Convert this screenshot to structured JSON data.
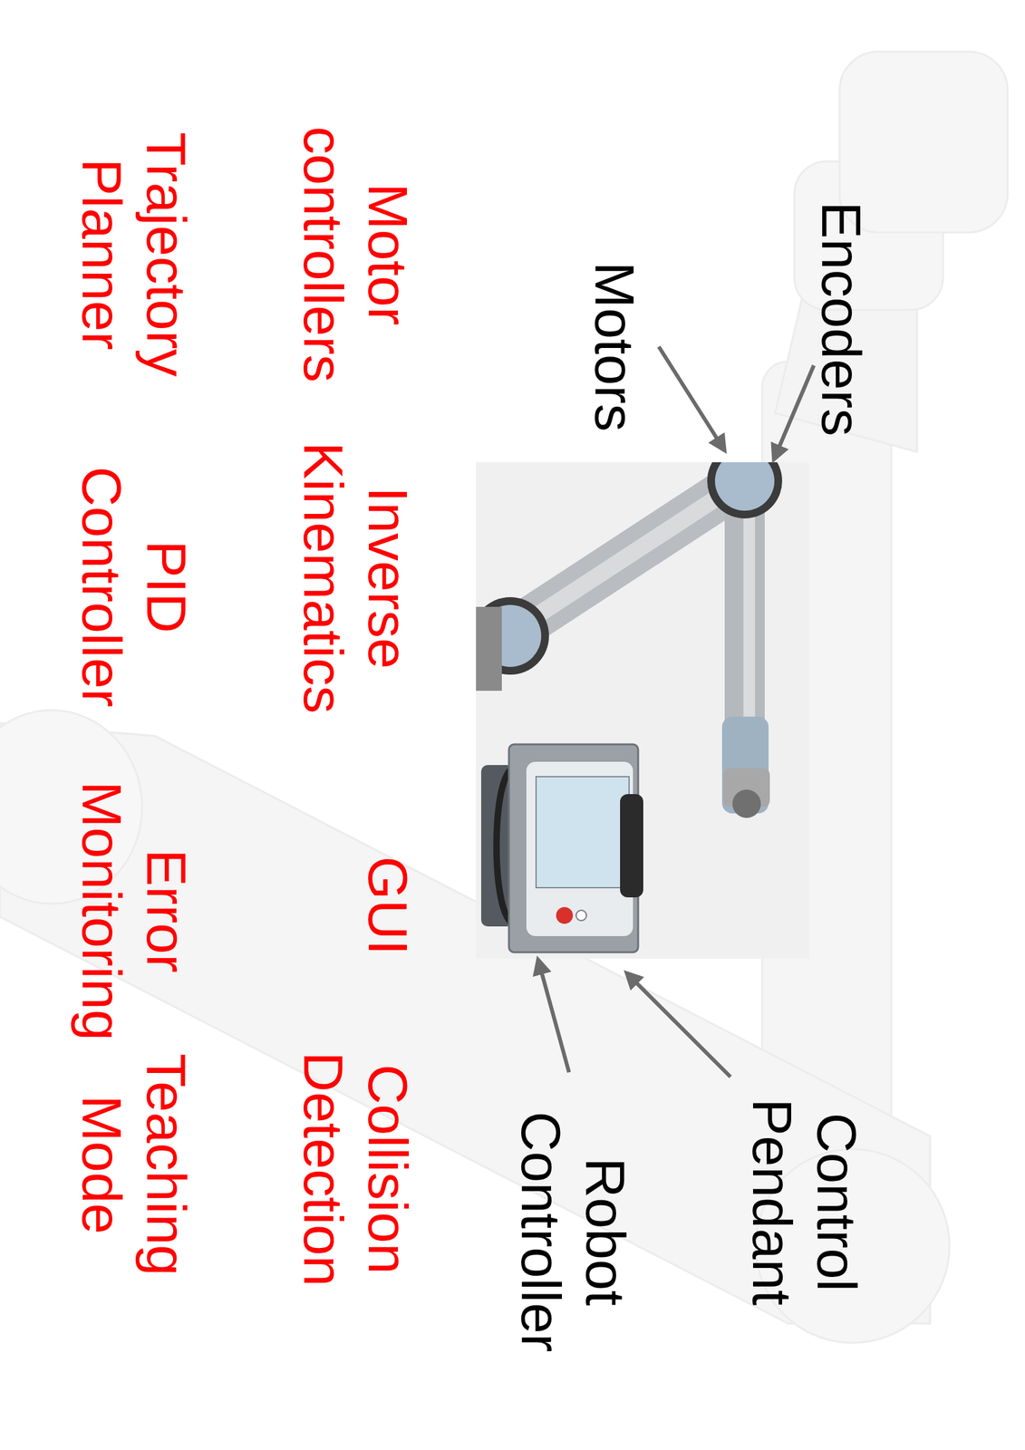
{
  "diagram": {
    "labels": [
      "Encoders",
      "Motors",
      "Control Pendant",
      "Robot Controller",
      "Motor controllers",
      "Inverse Kinematics",
      "GUI",
      "Collision Detection",
      "Trajectory Planner",
      "PID Controller",
      "Error Monitoring",
      "Teaching Mode"
    ]
  }
}
